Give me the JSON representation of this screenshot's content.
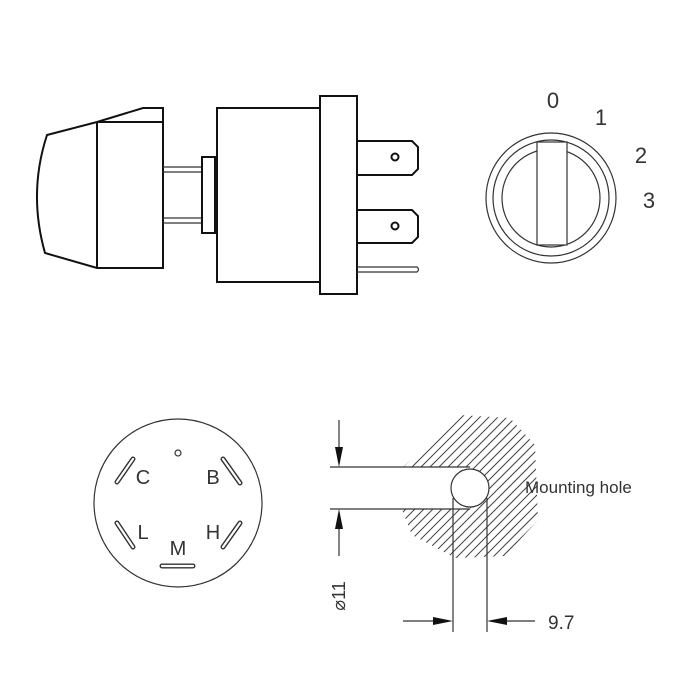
{
  "knob_positions": [
    "0",
    "1",
    "2",
    "3"
  ],
  "terminal_labels": {
    "c": "C",
    "b": "B",
    "l": "L",
    "h": "H",
    "m": "M"
  },
  "mounting": {
    "label": "Mounting hole",
    "diameter": "⌀11",
    "width": "9.7"
  }
}
